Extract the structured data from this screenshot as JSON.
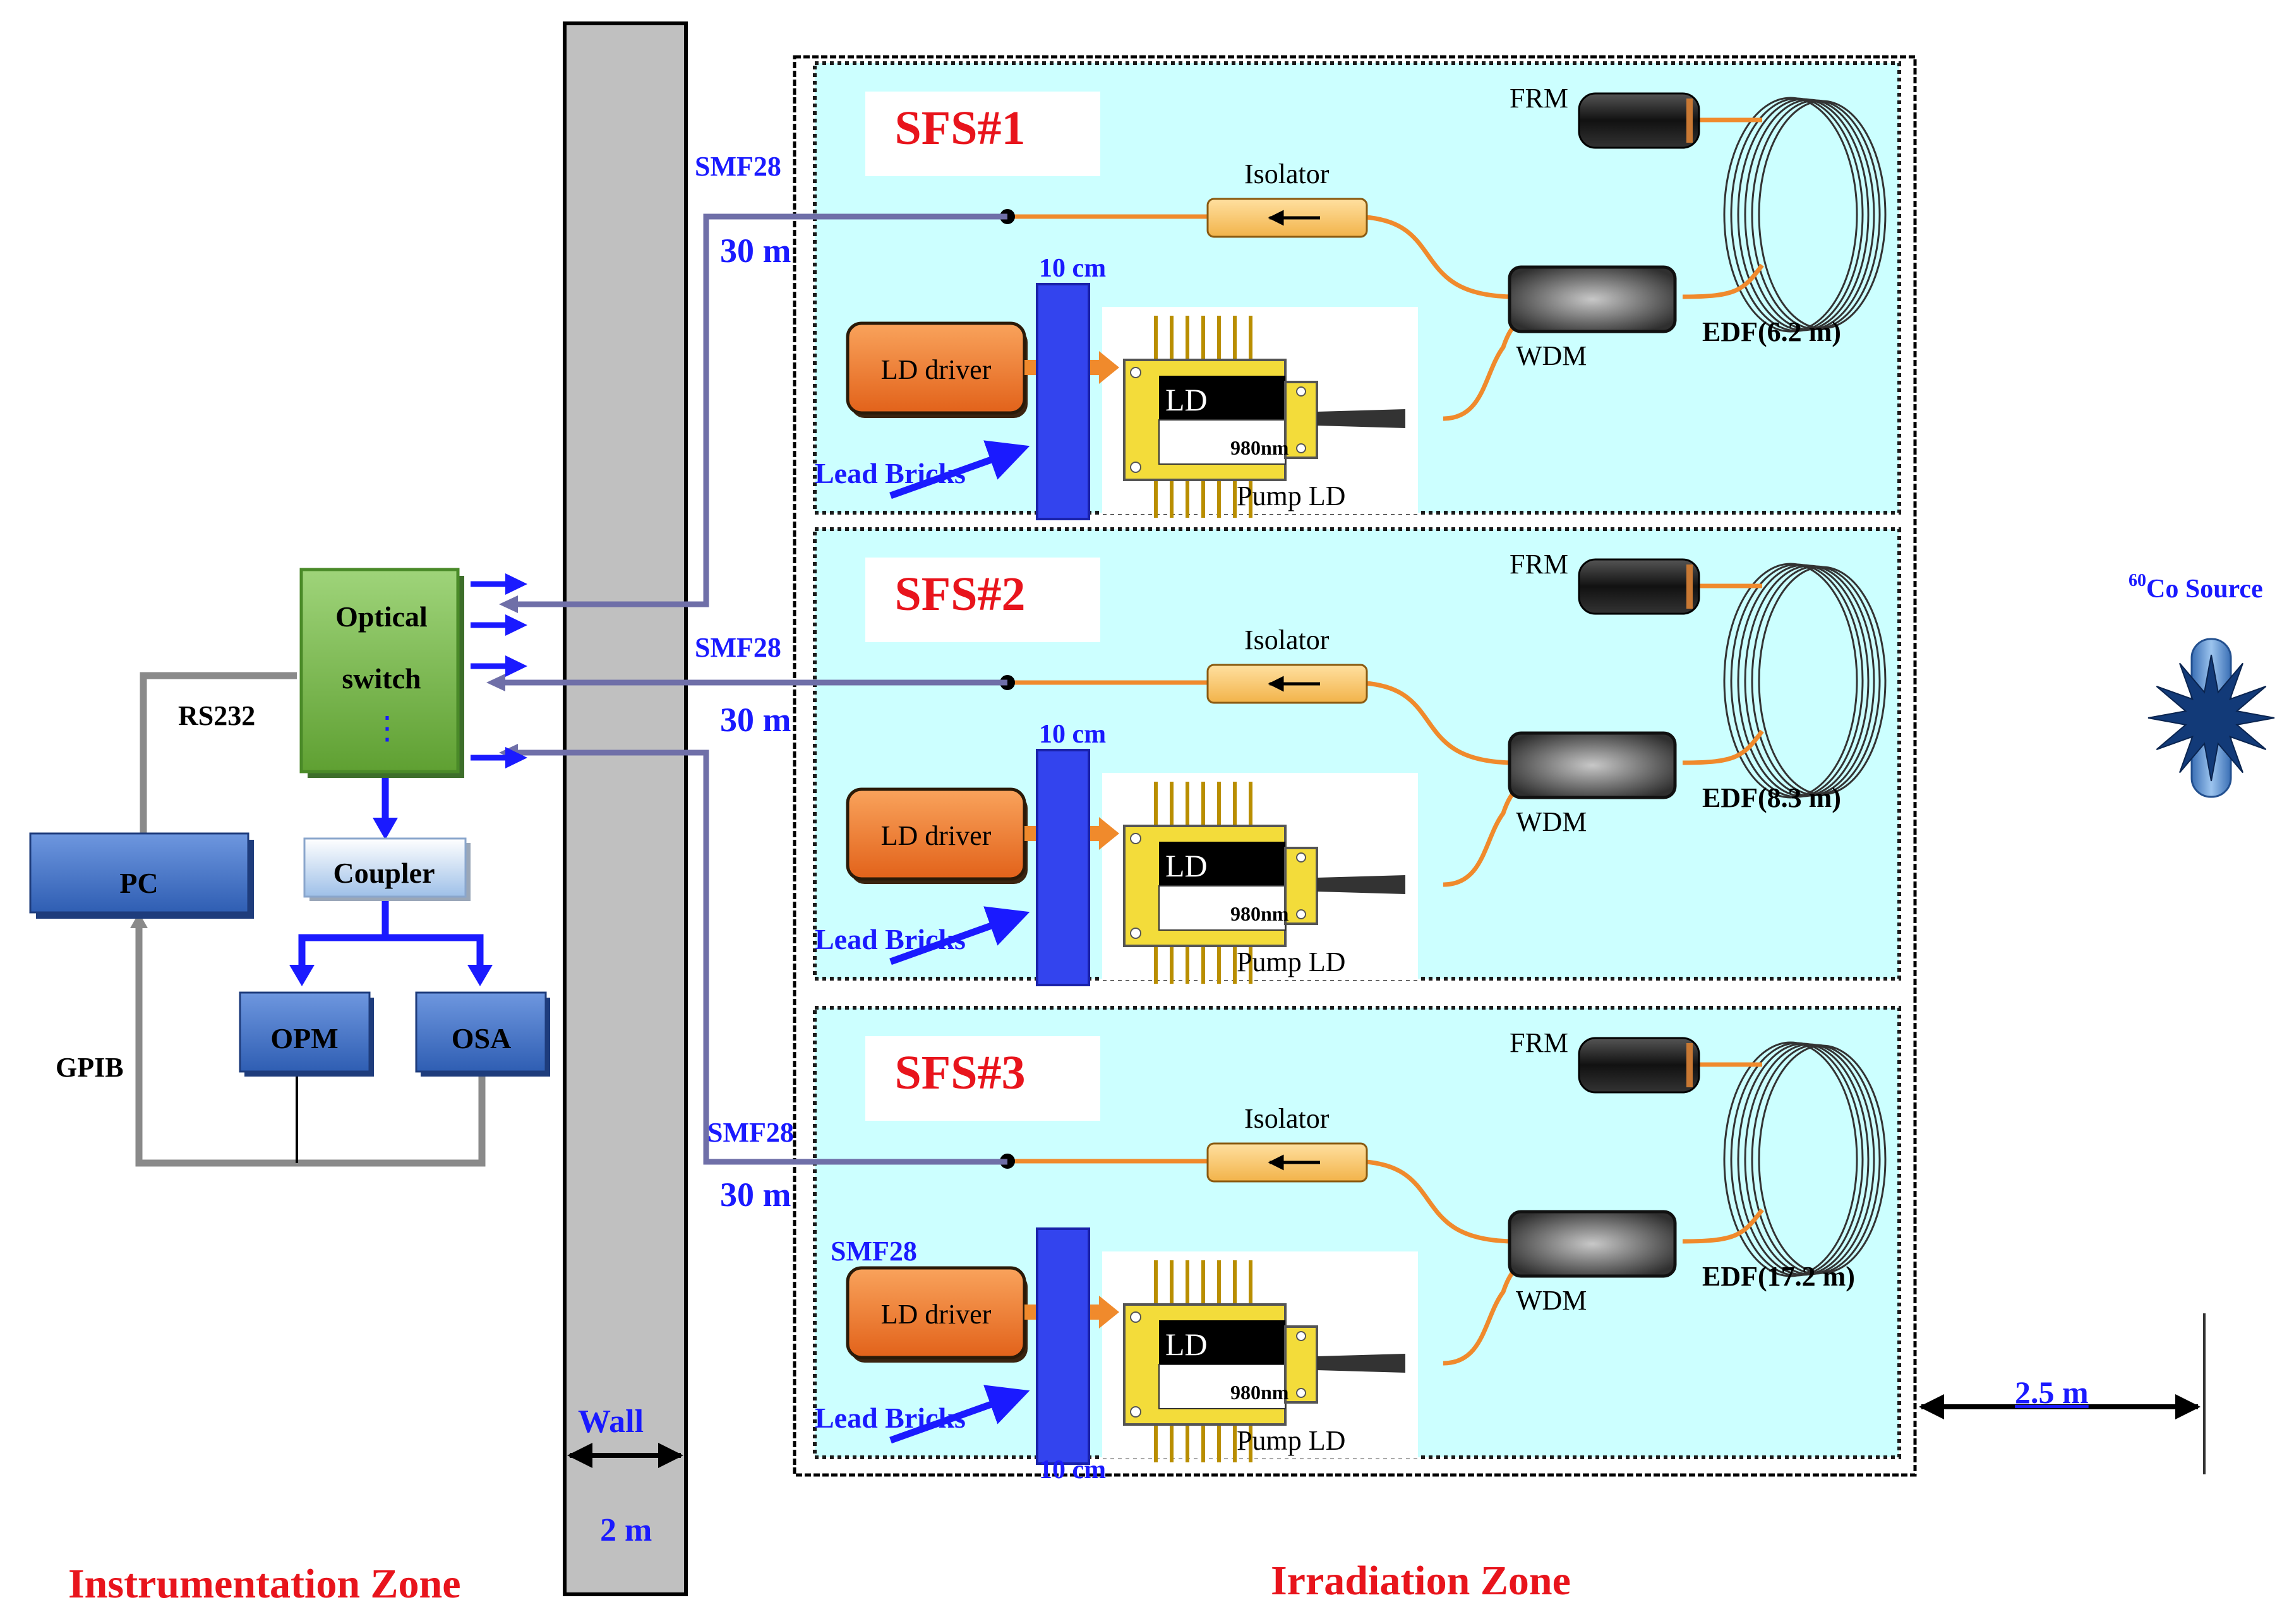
{
  "zones": {
    "instrumentation": "Instrumentation Zone",
    "irradiation": "Irradiation Zone"
  },
  "wall": {
    "label": "Wall",
    "thickness": "2 m"
  },
  "instruments": {
    "pc": "PC",
    "optical_switch_line1": "Optical",
    "optical_switch_line2": "switch",
    "optical_switch_dots": "⋮",
    "coupler": "Coupler",
    "opm": "OPM",
    "osa": "OSA",
    "rs232": "RS232",
    "gpib": "GPIB"
  },
  "fiber_runs": [
    {
      "fiber": "SMF28",
      "length": "30 m"
    },
    {
      "fiber": "SMF28",
      "length": "30 m"
    },
    {
      "fiber": "SMF28",
      "length": "30 m"
    }
  ],
  "sources": [
    {
      "title": "SFS#1",
      "frm": "FRM",
      "isolator": "Isolator",
      "wdm": "WDM",
      "edf": "EDF(6.2 m)",
      "ld_driver": "LD driver",
      "lead_bricks": "Lead Bricks",
      "lead_thickness": "10 cm",
      "pump_ld": "Pump LD",
      "chip_ld": "LD",
      "chip_nm": "980nm",
      "extra_label": ""
    },
    {
      "title": "SFS#2",
      "frm": "FRM",
      "isolator": "Isolator",
      "wdm": "WDM",
      "edf": "EDF(8.3 m)",
      "ld_driver": "LD driver",
      "lead_bricks": "Lead Bricks",
      "lead_thickness": "10 cm",
      "pump_ld": "Pump LD",
      "chip_ld": "LD",
      "chip_nm": "980nm",
      "extra_label": ""
    },
    {
      "title": "SFS#3",
      "frm": "FRM",
      "isolator": "Isolator",
      "wdm": "WDM",
      "edf": "EDF(17.2 m)",
      "ld_driver": "LD driver",
      "lead_bricks": "Lead Bricks",
      "lead_thickness": "10 cm",
      "pump_ld": "Pump LD",
      "chip_ld": "LD",
      "chip_nm": "980nm",
      "extra_label": "SMF28"
    }
  ],
  "co_source": {
    "superscript": "60",
    "label": "Co Source"
  },
  "source_distance": "2.5 m",
  "colors": {
    "wall": "#c0c0c0",
    "irradiation_panel": "#ccffff",
    "switch": "#77bb44",
    "instrument_blue": "#3d6fc4",
    "coupler": "#bcd4ee",
    "fiber_orange": "#f08a2c",
    "link_purple": "#6f6fa8",
    "lead_brick": "#3344ee",
    "title_red": "#e8141c",
    "label_blue": "#1a1aff"
  }
}
